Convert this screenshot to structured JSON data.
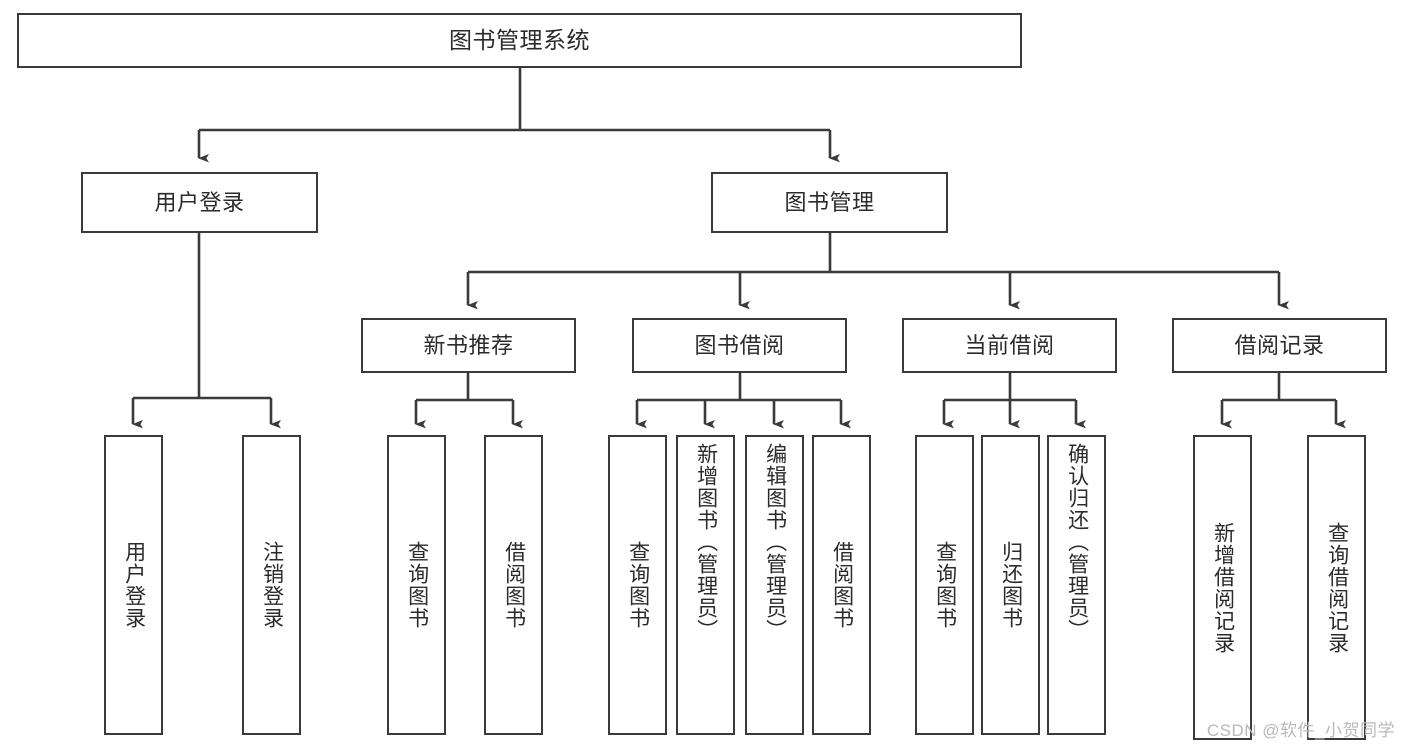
{
  "diagram": {
    "type": "tree",
    "title": "图书管理系统",
    "watermark": "CSDN @软件_小贺同学",
    "colors": {
      "node_border": "#3a3a3a",
      "node_fill": "#ffffff",
      "edge": "#3a3a3a",
      "text": "#2b2b2b",
      "watermark": "#b9b9b9",
      "background": "#ffffff"
    },
    "nodes": {
      "root": {
        "label": "图书管理系统"
      },
      "level2": [
        {
          "id": "user-login",
          "label": "用户登录"
        },
        {
          "id": "book-manage",
          "label": "图书管理"
        }
      ],
      "level3": [
        {
          "id": "new-book-recommend",
          "label": "新书推荐"
        },
        {
          "id": "book-borrow",
          "label": "图书借阅"
        },
        {
          "id": "current-borrow",
          "label": "当前借阅"
        },
        {
          "id": "borrow-record",
          "label": "借阅记录"
        }
      ],
      "leaves": {
        "user-login": [
          {
            "id": "leaf-user-login",
            "label": "用户登录"
          },
          {
            "id": "leaf-user-logout",
            "label": "注销登录"
          }
        ],
        "new-book-recommend": [
          {
            "id": "leaf-query-book-1",
            "label": "查询图书"
          },
          {
            "id": "leaf-borrow-book-1",
            "label": "借阅图书"
          }
        ],
        "book-borrow": [
          {
            "id": "leaf-query-book-2",
            "label": "查询图书"
          },
          {
            "id": "leaf-add-book",
            "label": "新增图书（管理员）"
          },
          {
            "id": "leaf-edit-book",
            "label": "编辑图书（管理员）"
          },
          {
            "id": "leaf-borrow-book-2",
            "label": "借阅图书"
          }
        ],
        "current-borrow": [
          {
            "id": "leaf-query-book-3",
            "label": "查询图书"
          },
          {
            "id": "leaf-return-book",
            "label": "归还图书"
          },
          {
            "id": "leaf-confirm-return",
            "label": "确认归还（管理员）"
          }
        ],
        "borrow-record": [
          {
            "id": "leaf-add-record",
            "label": "新增借阅记录"
          },
          {
            "id": "leaf-query-record",
            "label": "查询借阅记录"
          }
        ]
      }
    }
  }
}
